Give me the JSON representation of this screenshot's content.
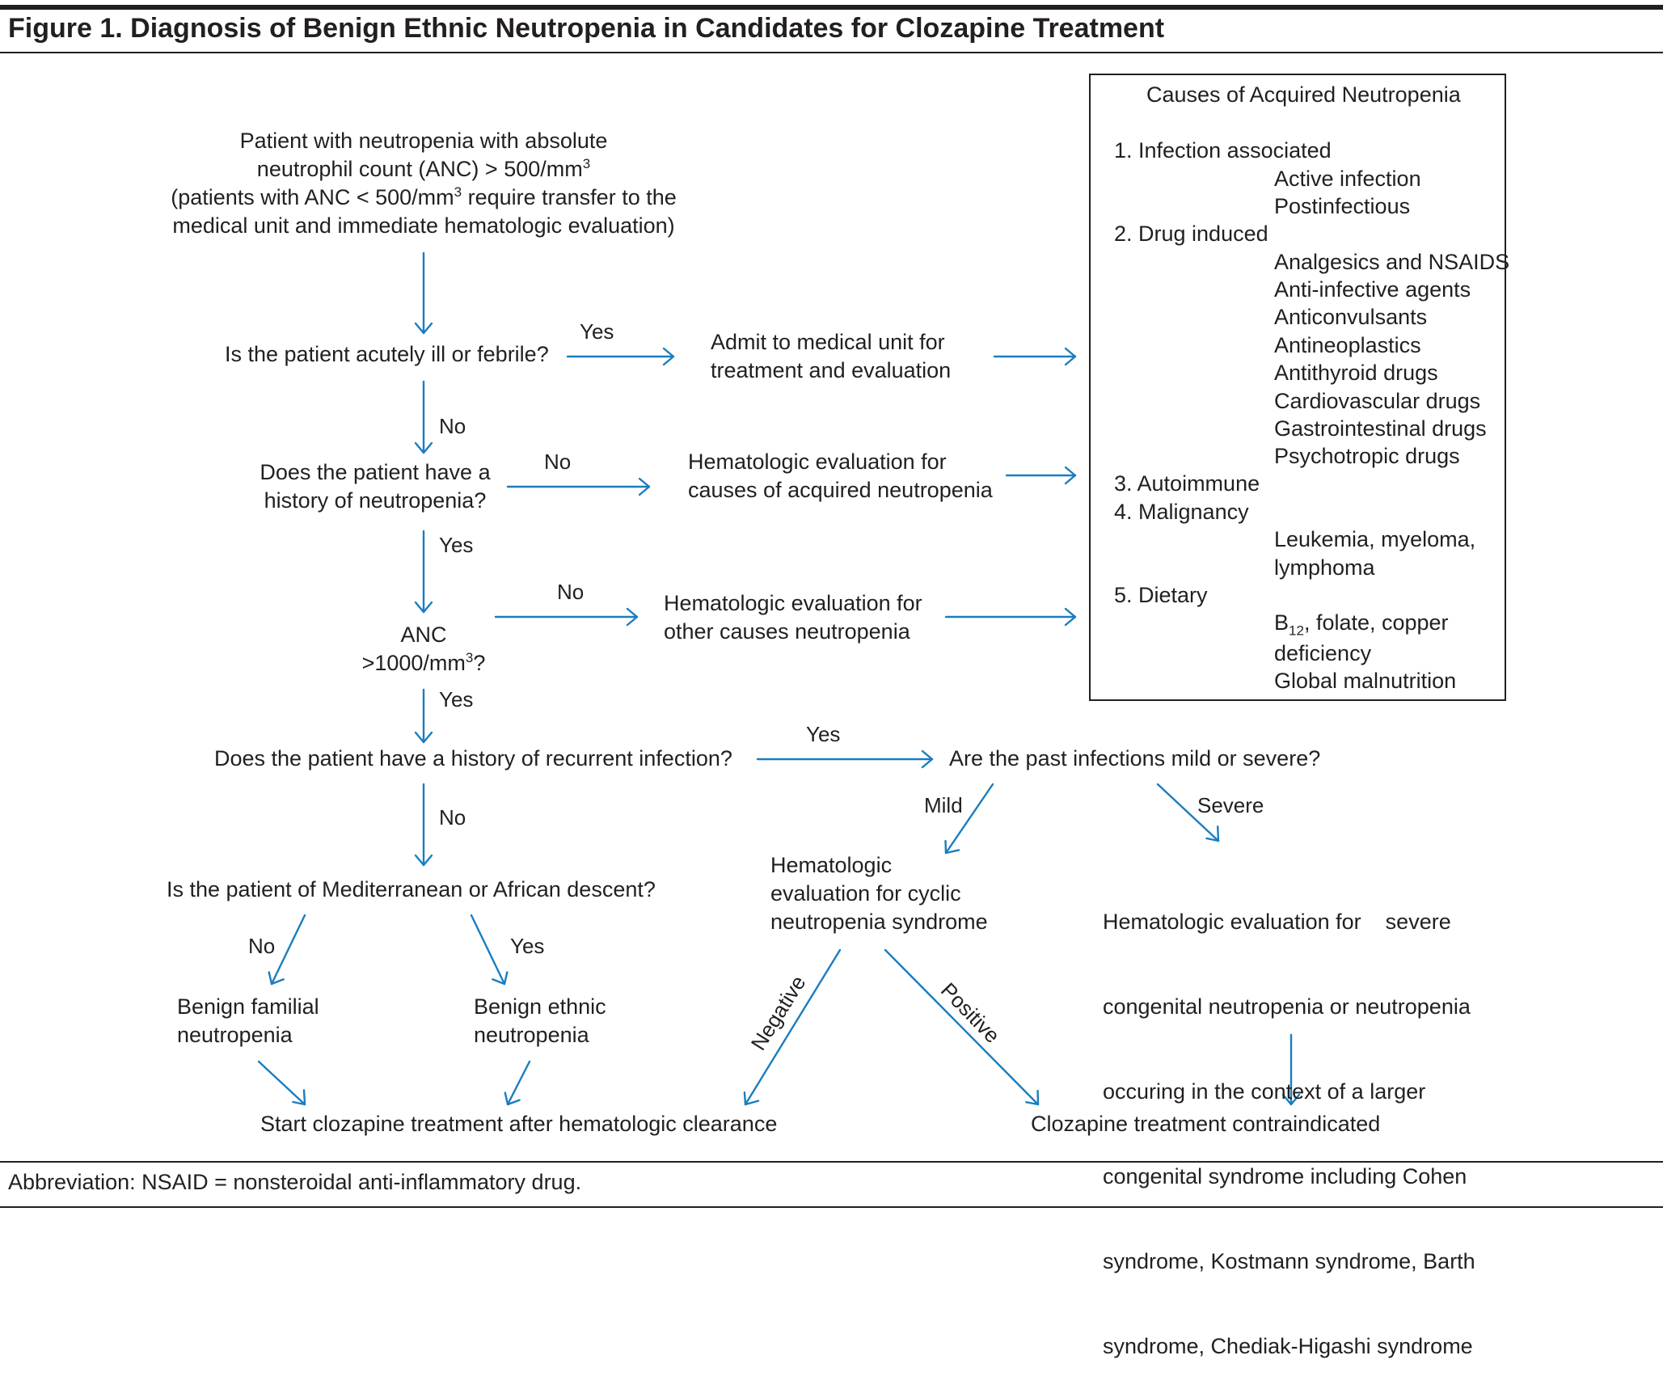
{
  "title": "Figure 1. Diagnosis of Benign Ethnic Neutropenia in Candidates for Clozapine Treatment",
  "footer": "Abbreviation: NSAID = nonsteroidal anti-inflammatory drug.",
  "colors": {
    "arrow": "#1a7dc0",
    "text": "#231f20"
  },
  "nodes": {
    "start": {
      "line1": "Patient with neutropenia with absolute",
      "line2": "neutrophil count (ANC) > 500/mm",
      "line2_sup": "3",
      "line3a": "(patients with ANC < 500/mm",
      "line3_sup": "3",
      "line3b": " require transfer to the",
      "line4": "medical unit and immediate hematologic evaluation)"
    },
    "q_acute": "Is the patient acutely ill or febrile?",
    "admit": {
      "line1": "Admit to medical unit for",
      "line2": "treatment and evaluation"
    },
    "q_history": {
      "line1": "Does the patient have a",
      "line2": "history of neutropenia?"
    },
    "eval_acquired": {
      "line1": "Hematologic evaluation for",
      "line2": "causes of acquired neutropenia"
    },
    "q_anc": {
      "line1": "ANC",
      "line2": ">1000/mm",
      "line2_sup": "3",
      "line2_end": "?"
    },
    "eval_other": {
      "line1": "Hematologic evaluation for",
      "line2": "other causes neutropenia"
    },
    "q_recurrent": "Does the patient have a history of recurrent infection?",
    "q_mild_severe": "Are the past infections mild or severe?",
    "eval_cyclic": {
      "line1": "Hematologic",
      "line2": "evaluation for cyclic",
      "line3": "neutropenia syndrome"
    },
    "eval_severe": {
      "line1": "Hematologic evaluation for    severe",
      "line2": "congenital neutropenia or neutropenia",
      "line3": "occuring in the context of a larger",
      "line4": "congenital syndrome including Cohen",
      "line5": "syndrome, Kostmann syndrome, Barth",
      "line6": "syndrome, Chediak-Higashi syndrome"
    },
    "q_descent": "Is the patient of Mediterranean or African descent?",
    "benign_familial": {
      "line1": "Benign familial",
      "line2": "neutropenia"
    },
    "benign_ethnic": {
      "line1": "Benign ethnic",
      "line2": "neutropenia"
    },
    "start_clozapine": "Start clozapine treatment after hematologic clearance",
    "contraindicated": "Clozapine treatment contraindicated"
  },
  "edge_labels": {
    "yes_acute": "Yes",
    "no_acute": "No",
    "no_history": "No",
    "yes_history": "Yes",
    "no_anc": "No",
    "yes_anc": "Yes",
    "yes_recurrent": "Yes",
    "no_recurrent": "No",
    "mild": "Mild",
    "severe": "Severe",
    "no_descent": "No",
    "yes_descent": "Yes",
    "negative": "Negative",
    "positive": "Positive"
  },
  "causes_box": {
    "title": "Causes of Acquired Neutropenia",
    "c1": "1. Infection associated",
    "c1_a": "Active infection",
    "c1_b": "Postinfectious",
    "c2": "2. Drug induced",
    "c2_a": "Analgesics and NSAIDS",
    "c2_b": "Anti-infective agents",
    "c2_c": "Anticonvulsants",
    "c2_d": "Antineoplastics",
    "c2_e": "Antithyroid drugs",
    "c2_f": "Cardiovascular drugs",
    "c2_g": "Gastrointestinal drugs",
    "c2_h": "Psychotropic drugs",
    "c3": "3. Autoimmune",
    "c4": "4. Malignancy",
    "c4_a": "Leukemia, myeloma,",
    "c4_b": "lymphoma",
    "c5": "5. Dietary",
    "c5_a_pre": "B",
    "c5_a_sub": "12",
    "c5_a_post": ", folate, copper",
    "c5_b": "deficiency",
    "c5_c": "Global malnutrition"
  }
}
